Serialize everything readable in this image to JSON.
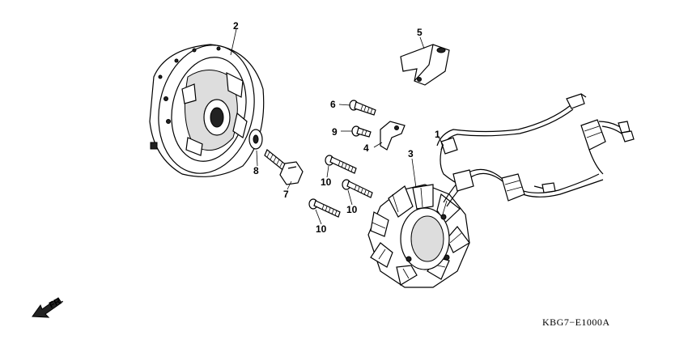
{
  "callouts": [
    {
      "id": "1",
      "label": "1"
    },
    {
      "id": "2",
      "label": "2"
    },
    {
      "id": "3",
      "label": "3"
    },
    {
      "id": "4",
      "label": "4"
    },
    {
      "id": "5",
      "label": "5"
    },
    {
      "id": "6",
      "label": "6"
    },
    {
      "id": "7",
      "label": "7"
    },
    {
      "id": "8",
      "label": "8"
    },
    {
      "id": "9",
      "label": "9"
    },
    {
      "id": "10a",
      "label": "10"
    },
    {
      "id": "10b",
      "label": "10"
    },
    {
      "id": "10c",
      "label": "10"
    }
  ],
  "direction": {
    "label": "FR."
  },
  "diagram_code": "KBG7−E1000A"
}
